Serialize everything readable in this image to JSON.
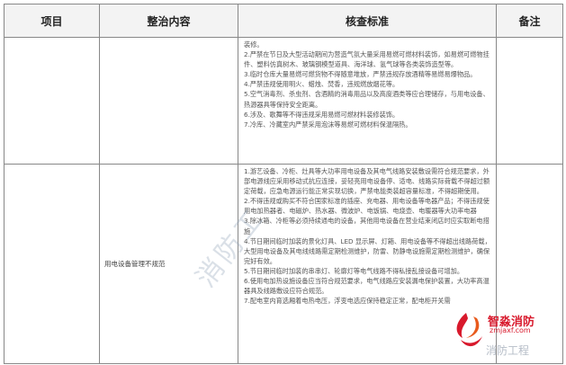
{
  "table": {
    "headers": [
      "项目",
      "整治内容",
      "核查标准",
      "备注"
    ],
    "row1_items": [
      "装修。",
      "2.严禁在节日及大型活动期间为营造气氛大量采用易燃可燃材料装饰，如易燃可燃物挂件、塑料仿真树木、玻璃钢模型道具、海洋球、氢气球等各类装饰造型等。",
      "3.临时仓库大量易燃可燃货物不得随意堆放，严禁违规存放酒精等易燃易爆物品。",
      "4.严禁违规使用明火、蜡烛、焚香，违规燃放烟花等。",
      "5.空气消毒剂、杀虫剂、含酒精的消毒用品以及高度酒类等应合理储存，与用电设备、热源器具等保持安全距离。",
      "6.涉及、歌舞等不得违规采用易燃可燃材料装修装饰。",
      "7.冷库、冷藏室内严禁采用泡沫等易燃可燃材料保温隔热。"
    ],
    "row2_label": "用电设备管理不规范",
    "row2_items": [
      "1.游艺设备、冷柜、灶具等大功率用电设备及其电气线路安装敷设需符合规范要求，外部电源线应采用移动式抗应连接，妥轻亮用电设备停、适电、线路实际荷载不得超过额定荷载，应急电源运行能正常实现切换，严禁电能类装超容量标准，不得超期使用。",
      "2.不得违规或购买不符合国家标准的插座、充电器、用电设备等电器产品；不得违规使用电加热器者、电磁炉、热水器、微波炉、电饭锅、电烧壶、电暖器等大功率电器",
      "3.除冰箱、冷柜等必须持续通电的设备，其他用电设备在营业结束闭店时应实取断电措施",
      "4.节日期间临时加装的景化灯具、LED 显示屏、灯箱、用电设备等不得超出线路荷载，大型用电设备及其电线线路需定期检测维护，防雷、防静电设施需定期检测维护，确保完好有效。",
      "5.节日期间临时加装的串串灯、轮廓灯等电气线路不得私接乱接设备可增加。",
      "6.使用电加热设施设备应当符合规范要求，电气线路应安装漏电保护装置，大功率高温器具及线路敷设应符合规范。",
      "7.配电室内育选厢着电热电压，浮变电选应保持稳定正常，配电柜开关需"
    ],
    "row2_remark": ""
  },
  "watermark": {
    "left_text": "消防工",
    "right_text": "消防工程"
  },
  "logo": {
    "name": "智淼消防",
    "url": "zmjaxf.com",
    "color": "#d8192c"
  }
}
